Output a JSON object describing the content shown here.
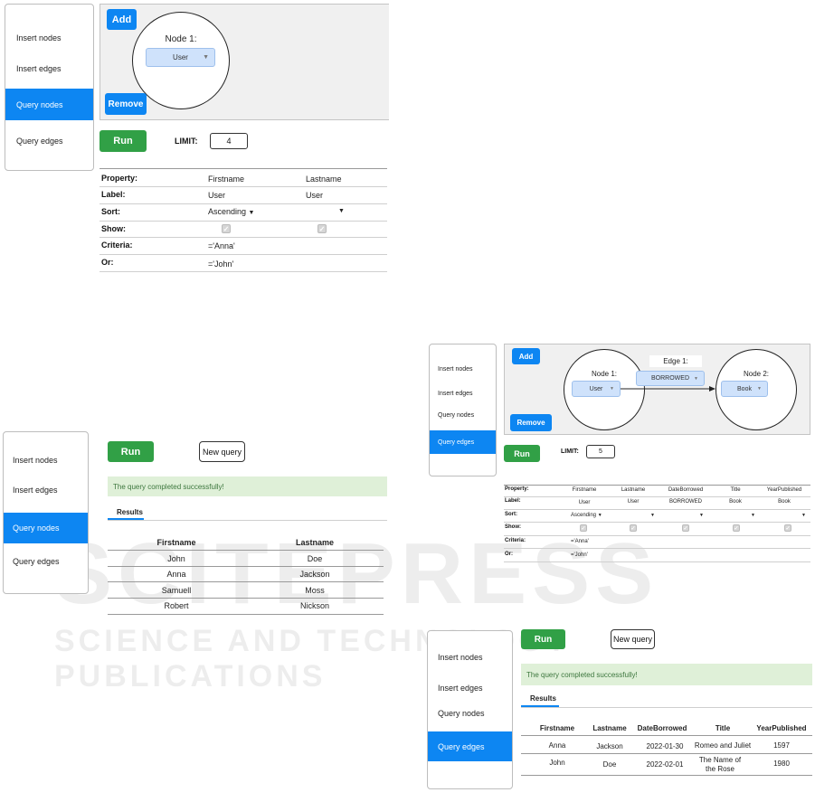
{
  "sidebar_labels": {
    "insert_nodes": "Insert nodes",
    "insert_edges": "Insert edges",
    "query_nodes": "Query nodes",
    "query_edges": "Query edges"
  },
  "buttons": {
    "add": "Add",
    "remove": "Remove",
    "run": "Run",
    "new_query": "New query"
  },
  "limit_label": "LIMIT:",
  "row_labels": {
    "property": "Property:",
    "label": "Label:",
    "sort": "Sort:",
    "show": "Show:",
    "criteria": "Criteria:",
    "or": "Or:"
  },
  "success_message": "The query completed successfully!",
  "results_tab": "Results",
  "icons": {
    "caret": "caret-down-icon",
    "check": "check-icon"
  },
  "colors": {
    "accent": "#0d86f2",
    "run": "#31a046",
    "success_bg": "#dff0d8",
    "success_text": "#3c763d"
  },
  "panel_tl": {
    "node1_title": "Node 1:",
    "node1_value": "User",
    "limit_value": "4",
    "columns": [
      {
        "property": "Firstname",
        "label": "User",
        "sort": "Ascending",
        "show": true,
        "criteria": "='Anna'",
        "or": "='John'"
      },
      {
        "property": "Lastname",
        "label": "User",
        "sort": "",
        "show": true,
        "criteria": "",
        "or": ""
      }
    ]
  },
  "panel_tr": {
    "node1_title": "Node 1:",
    "node1_value": "User",
    "edge1_title": "Edge 1:",
    "edge1_value": "BORROWED",
    "node2_title": "Node 2:",
    "node2_value": "Book",
    "limit_value": "5",
    "columns": [
      {
        "property": "Firstname",
        "label": "User",
        "sort": "Ascending",
        "show": true,
        "criteria": "='Anna'",
        "or": "='John'"
      },
      {
        "property": "Lastname",
        "label": "User",
        "sort": "",
        "show": true,
        "criteria": "",
        "or": ""
      },
      {
        "property": "DateBorrowed",
        "label": "BORROWED",
        "sort": "",
        "show": true,
        "criteria": "",
        "or": ""
      },
      {
        "property": "Title",
        "label": "Book",
        "sort": "",
        "show": true,
        "criteria": "",
        "or": ""
      },
      {
        "property": "YearPublished",
        "label": "Book",
        "sort": "",
        "show": true,
        "criteria": "",
        "or": ""
      }
    ]
  },
  "results_bl": {
    "headers": [
      "Firstname",
      "Lastname"
    ],
    "rows": [
      [
        "John",
        "Doe"
      ],
      [
        "Anna",
        "Jackson"
      ],
      [
        "Samuell",
        "Moss"
      ],
      [
        "Robert",
        "Nickson"
      ]
    ]
  },
  "results_br": {
    "headers": [
      "Firstname",
      "Lastname",
      "DateBorrowed",
      "Title",
      "YearPublished"
    ],
    "rows": [
      [
        "Anna",
        "Jackson",
        "2022-01-30",
        "Romeo and Juliet",
        "1597"
      ],
      [
        "John",
        "Doe",
        "2022-02-01",
        "The Name of the Rose",
        "1980"
      ]
    ]
  },
  "watermark": {
    "line1": "SCITEPRESS",
    "line2": "SCIENCE AND TECHNOLOGY PUBLICATIONS"
  }
}
